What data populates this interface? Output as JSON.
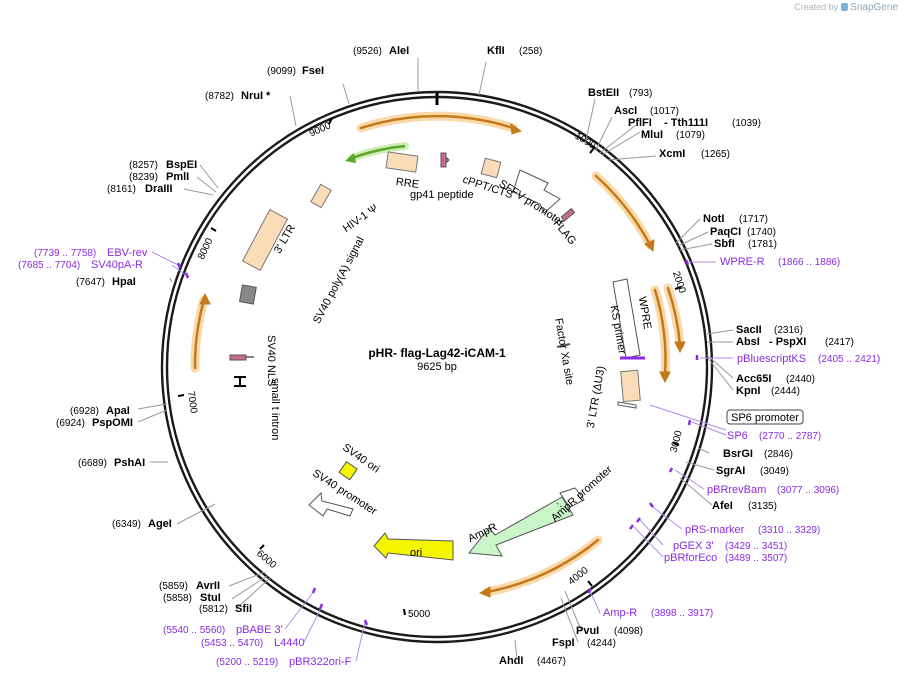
{
  "branding": {
    "prefix": "Created by",
    "name": "SnapGene"
  },
  "plasmid": {
    "name": "pHR- flag-Lag42-iCAM-1",
    "size": "9625 bp"
  },
  "ticks": [
    "1000",
    "2000",
    "3000",
    "4000",
    "5000",
    "6000",
    "7000",
    "8000",
    "9000"
  ],
  "sites": [
    {
      "name": "AleI",
      "pos": "(9526)"
    },
    {
      "name": "KflI",
      "pos": "(258)"
    },
    {
      "name": "FseI",
      "pos": "(9099)"
    },
    {
      "name": "NruI *",
      "pos": "(8782)"
    },
    {
      "name": "BstEII",
      "pos": "(793)"
    },
    {
      "name": "AscI",
      "pos": "(1017)"
    },
    {
      "name": "PflFI",
      "pos": ""
    },
    {
      "name": "- Tth111I",
      "pos": "(1039)"
    },
    {
      "name": "MluI",
      "pos": "(1079)"
    },
    {
      "name": "XcmI",
      "pos": "(1265)"
    },
    {
      "name": "BspEI",
      "pos": "(8257)"
    },
    {
      "name": "PmlI",
      "pos": "(8239)"
    },
    {
      "name": "DraIII",
      "pos": "(8161)"
    },
    {
      "name": "NotI",
      "pos": "(1717)"
    },
    {
      "name": "PaqCI",
      "pos": "(1740)"
    },
    {
      "name": "SbfI",
      "pos": "(1781)"
    },
    {
      "name": "HpaI",
      "pos": "(7647)"
    },
    {
      "name": "SacII",
      "pos": "(2316)"
    },
    {
      "name": "AbsI",
      "pos": ""
    },
    {
      "name": "- PspXI",
      "pos": "(2417)"
    },
    {
      "name": "Acc65I",
      "pos": "(2440)"
    },
    {
      "name": "KpnI",
      "pos": "(2444)"
    },
    {
      "name": "ApaI",
      "pos": "(6928)"
    },
    {
      "name": "PspOMI",
      "pos": "(6924)"
    },
    {
      "name": "BsrGI",
      "pos": "(2846)"
    },
    {
      "name": "PshAI",
      "pos": "(6689)"
    },
    {
      "name": "SgrAI",
      "pos": "(3049)"
    },
    {
      "name": "AfeI",
      "pos": "(3135)"
    },
    {
      "name": "AgeI",
      "pos": "(6349)"
    },
    {
      "name": "AvrII",
      "pos": "(5859)"
    },
    {
      "name": "StuI",
      "pos": "(5858)"
    },
    {
      "name": "SfiI",
      "pos": "(5812)"
    },
    {
      "name": "PvuI",
      "pos": "(4098)"
    },
    {
      "name": "FspI",
      "pos": "(4244)"
    },
    {
      "name": "AhdI",
      "pos": "(4467)"
    }
  ],
  "primers": [
    {
      "name": "EBV-rev",
      "pos": "(7739 .. 7758)"
    },
    {
      "name": "SV40pA-R",
      "pos": "(7685 .. 7704)"
    },
    {
      "name": "WPRE-R",
      "pos": "(1866 .. 1886)"
    },
    {
      "name": "pBluescriptKS",
      "pos": "(2405 .. 2421)"
    },
    {
      "name": "SP6 promoter",
      "pos": ""
    },
    {
      "name": "SP6",
      "pos": "(2770 .. 2787)"
    },
    {
      "name": "pBRrevBam",
      "pos": "(3077 .. 3096)"
    },
    {
      "name": "pRS-marker",
      "pos": "(3310 .. 3329)"
    },
    {
      "name": "pGEX 3'",
      "pos": "(3429 .. 3451)"
    },
    {
      "name": "pBRforEco",
      "pos": "(3489 .. 3507)"
    },
    {
      "name": "Amp-R",
      "pos": "(3898 .. 3917)"
    },
    {
      "name": "pBABE 3'",
      "pos": "(5540 .. 5560)"
    },
    {
      "name": "L4440",
      "pos": "(5453 .. 5470)"
    },
    {
      "name": "pBR322ori-F",
      "pos": "(5200 .. 5219)"
    }
  ],
  "features": [
    "RRE",
    "gp41 peptide",
    "cPPT/CTS",
    "SFFV promoter",
    "FLAG",
    "3' LTR",
    "HIV-1 Ψ",
    "SV40 poly(A) signal",
    "WPRE",
    "KS primer",
    "Factor Xa site",
    "3' LTR (ΔU3)",
    "SV40 NLS",
    "small t intron",
    "SV40 ori",
    "SV40 promoter",
    "AmpR promoter",
    "AmpR",
    "ori"
  ],
  "colors": {
    "backbone": "#1a1a1a",
    "orf_fill": "#e8a13c",
    "orf_glow": "#f9d9a8",
    "green_arrow": "#6abf3b",
    "ltr": "#fbdcb9",
    "ampr": "#c9f5c9",
    "ori": "#f5f500",
    "primer": "#8a2be2",
    "misc": "#c86b8a"
  }
}
